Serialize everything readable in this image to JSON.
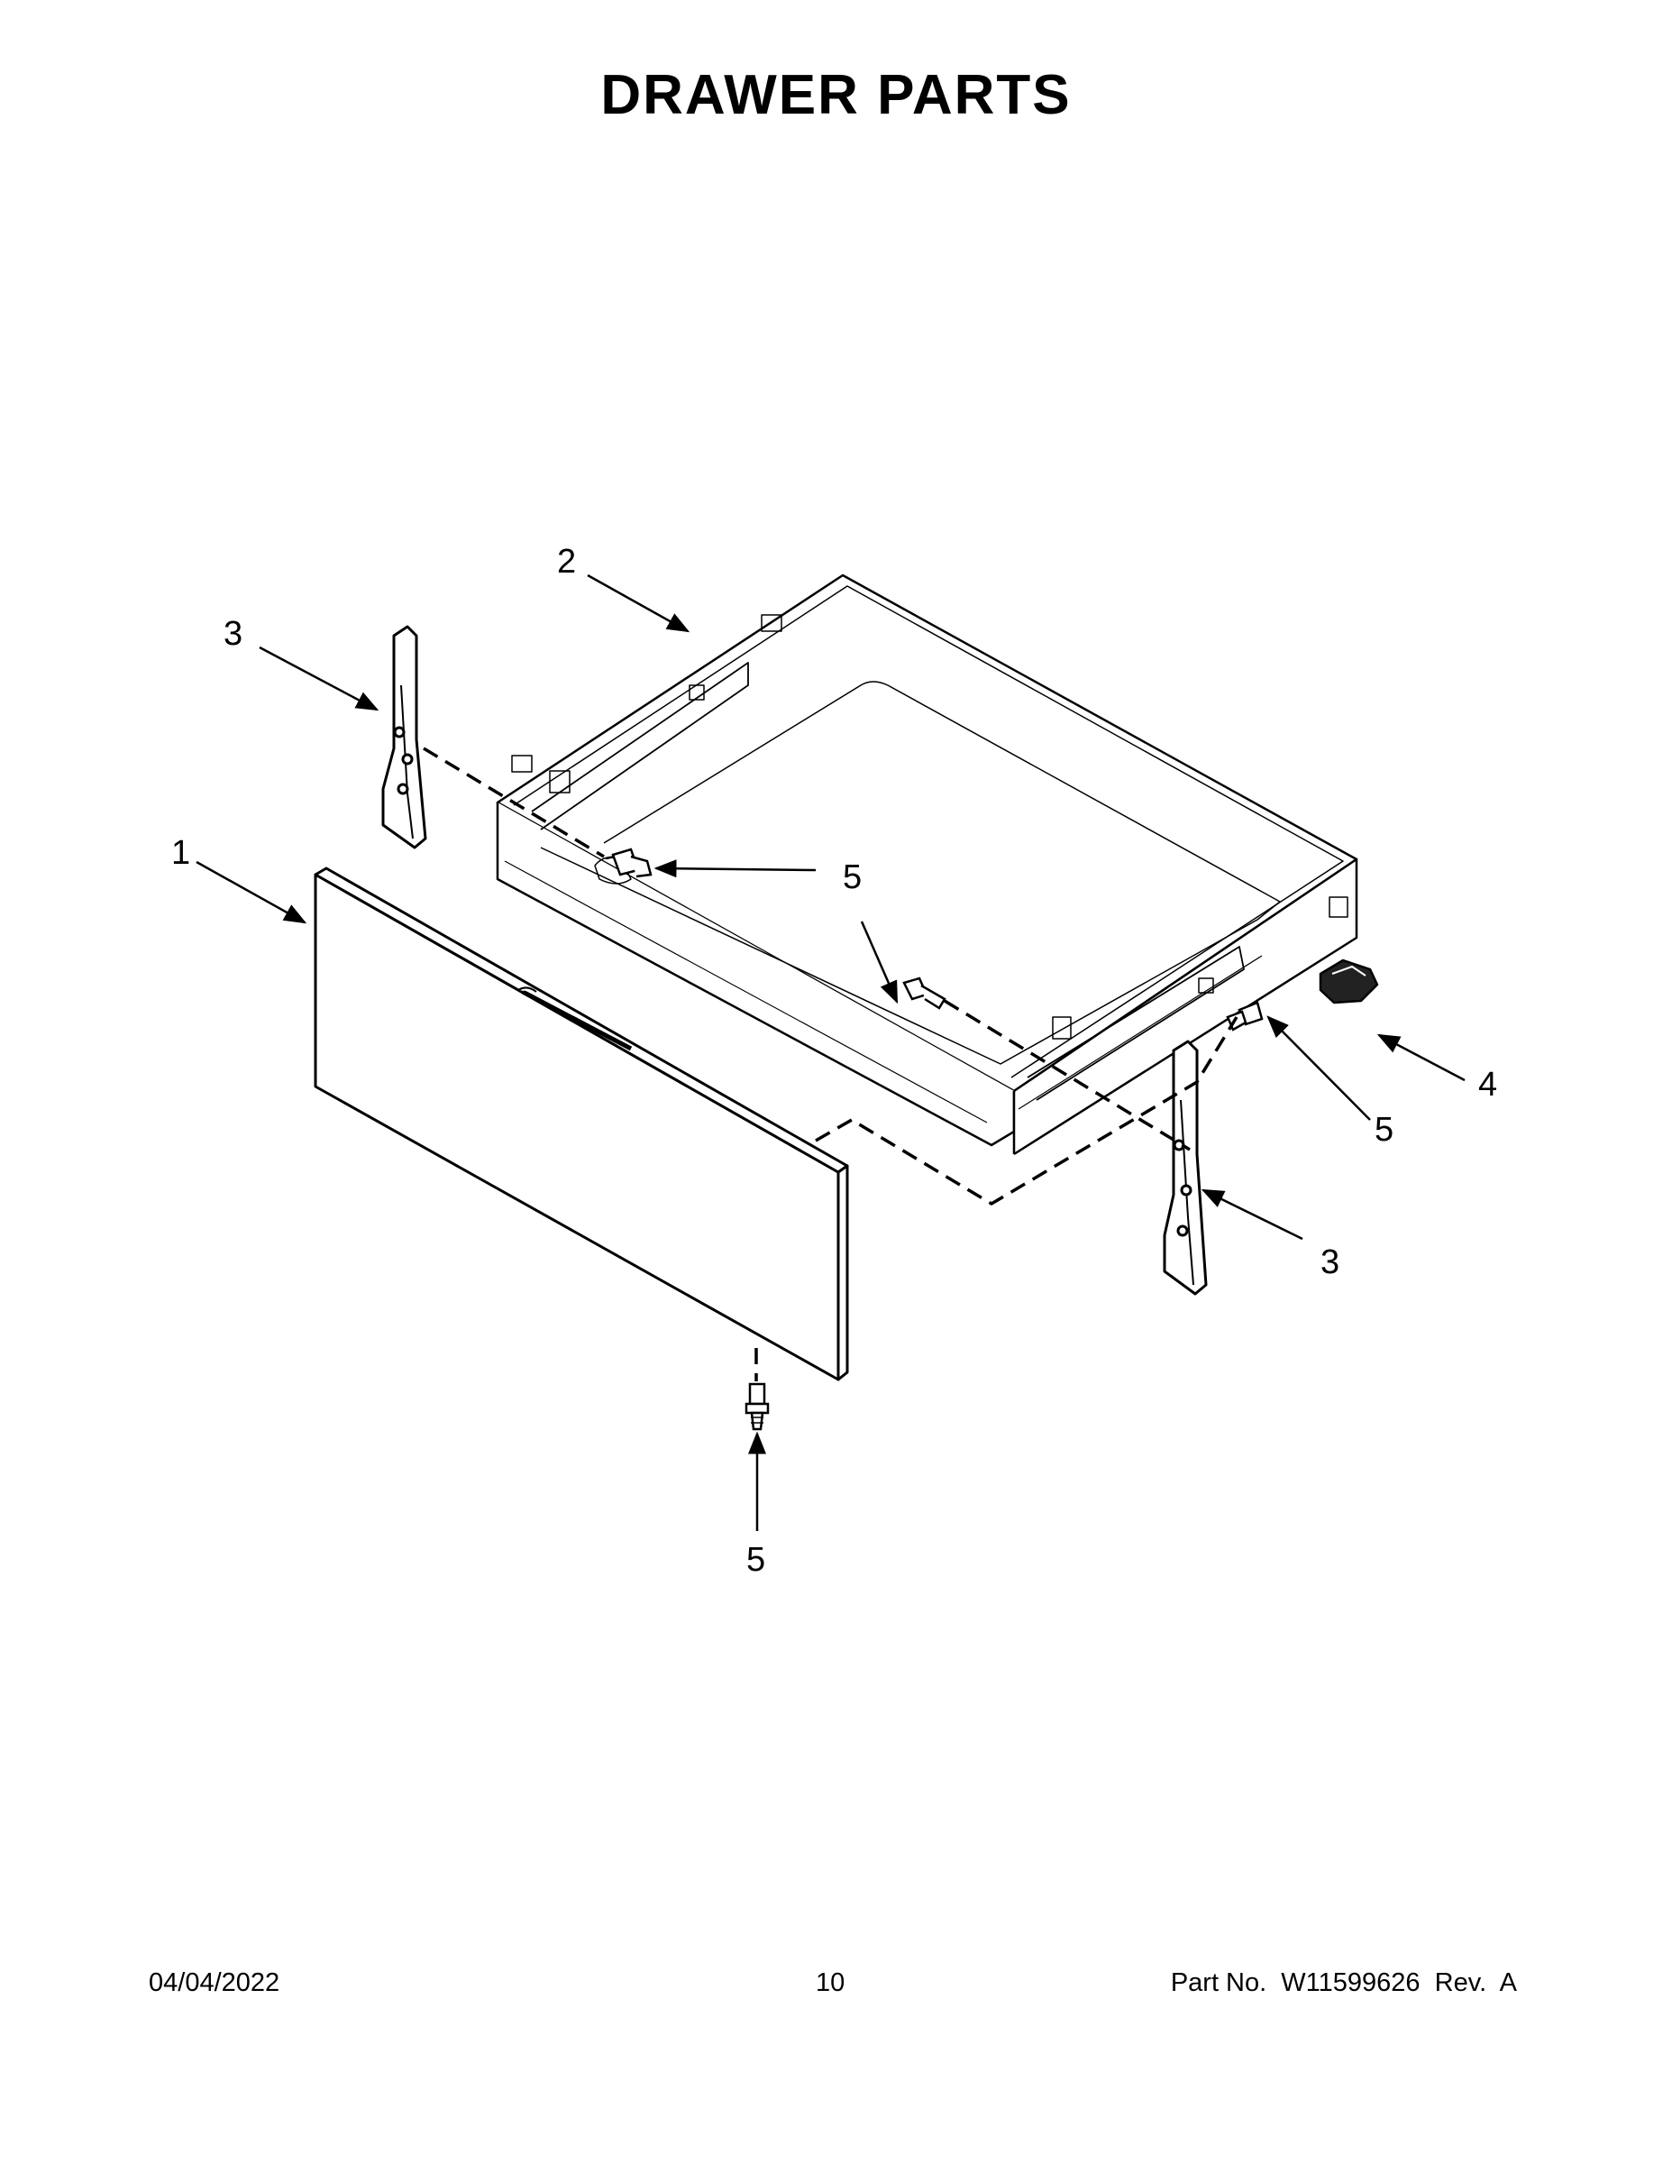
{
  "title": "DRAWER PARTS",
  "callouts": {
    "drawer_panel": "1",
    "drawer_body": "2",
    "left_glide_bracket": "3",
    "right_glide_bracket": "3",
    "drawer_stop": "4",
    "screw_left_bracket": "5",
    "screw_rear": "5",
    "screw_right_bracket": "5",
    "screw_bottom": "5"
  },
  "footer": {
    "date": "04/04/2022",
    "page": "10",
    "part_number": "Part No.  W11599626  Rev.  A"
  }
}
